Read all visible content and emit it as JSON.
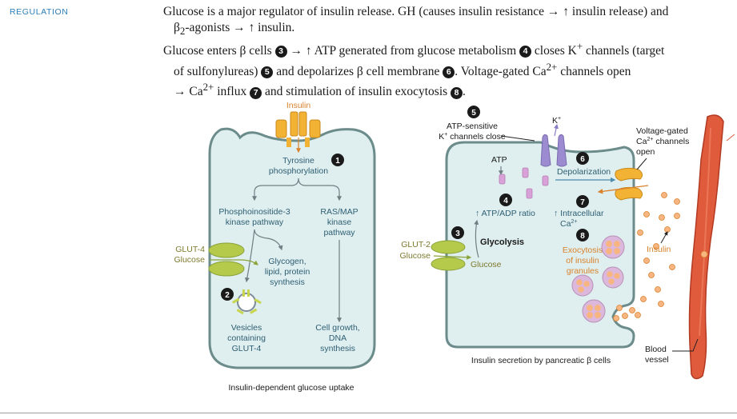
{
  "section": {
    "label": "REGULATION"
  },
  "body": {
    "p1_a": "Glucose is a major regulator of insulin release. GH (causes insulin resistance → ↑ insulin release) and",
    "p1_b_beta": "β",
    "p1_b_sub": "2",
    "p1_b_rest": "-agonists → ↑ insulin.",
    "p2_a": "Glucose enters β cells",
    "p2_b": "→ ↑ ATP generated from glucose metabolism",
    "p2_c": "closes K",
    "p2_d": " channels (target",
    "p3_a": "of sulfonylureas)",
    "p3_b": "and depolarizes β cell membrane",
    "p3_c": ". Voltage-gated Ca",
    "p3_sup": "2+",
    "p3_d": " channels open",
    "p4_a": "→ Ca",
    "p4_sup": "2+",
    "p4_b": " influx",
    "p4_c": "and stimulation of insulin exocytosis",
    "p4_d": ".",
    "plus": "+",
    "n3": "3",
    "n4": "4",
    "n5": "5",
    "n6": "6",
    "n7": "7",
    "n8": "8"
  },
  "left_panel": {
    "insulin": "Insulin",
    "step1": "1",
    "tyrosine_1": "Tyrosine",
    "tyrosine_2": "phosphorylation",
    "pi3k_1": "Phosphoinositide-3",
    "pi3k_2": "kinase pathway",
    "ras_1": "RAS/MAP",
    "ras_2": "kinase",
    "ras_3": "pathway",
    "glut4": "GLUT-4",
    "glucose": "Glucose",
    "glycogen_1": "Glycogen,",
    "glycogen_2": "lipid, protein",
    "glycogen_3": "synthesis",
    "step2": "2",
    "vesicles_1": "Vesicles",
    "vesicles_2": "containing",
    "vesicles_3": "GLUT-4",
    "growth_1": "Cell growth,",
    "growth_2": "DNA",
    "growth_3": "synthesis",
    "caption": "Insulin-dependent glucose uptake"
  },
  "right_panel": {
    "step5": "5",
    "atp_sens_1": "ATP-sensitive",
    "atp_sens_2": "K",
    "atp_sens_2_sup": "+",
    "atp_sens_2_rest": " channels close",
    "k_label": "K",
    "k_sup": "+",
    "atp": "ATP",
    "step6": "6",
    "depolarization": "Depolarization",
    "vgc_1": "Voltage-gated",
    "vgc_2": "Ca",
    "vgc_2_sup": "2+",
    "vgc_2_rest": " channels",
    "vgc_3": "open",
    "step4": "4",
    "ratio": "↑ ATP/ADP ratio",
    "step7": "7",
    "intracellular": "↑ Intracellular",
    "ca": "Ca",
    "ca_sup": "2+",
    "step3": "3",
    "glut2": "GLUT-2",
    "glucose_out": "Glucose",
    "glycolysis": "Glycolysis",
    "glucose_in": "Glucose",
    "step8": "8",
    "exo_1": "Exocytosis",
    "exo_2": "of insulin",
    "exo_3": "granules",
    "insulin": "Insulin",
    "blood_1": "Blood",
    "blood_2": "vessel",
    "caption_a": "Insulin secretion by pancreatic ",
    "caption_beta": "β",
    "caption_b": " cells"
  },
  "colors": {
    "accent_blue": "#2c7fb8",
    "cell_fill": "#dfeeee",
    "cell_stroke": "#6c8c8c",
    "receptor": "#f2b234",
    "insulin_text": "#d9822b",
    "glut_green": "#b5c94a",
    "olive_text": "#7d7a2e",
    "channel_purple": "#9c8bd0",
    "granule": "#f7b582",
    "vessel_red": "#e05a3c"
  }
}
